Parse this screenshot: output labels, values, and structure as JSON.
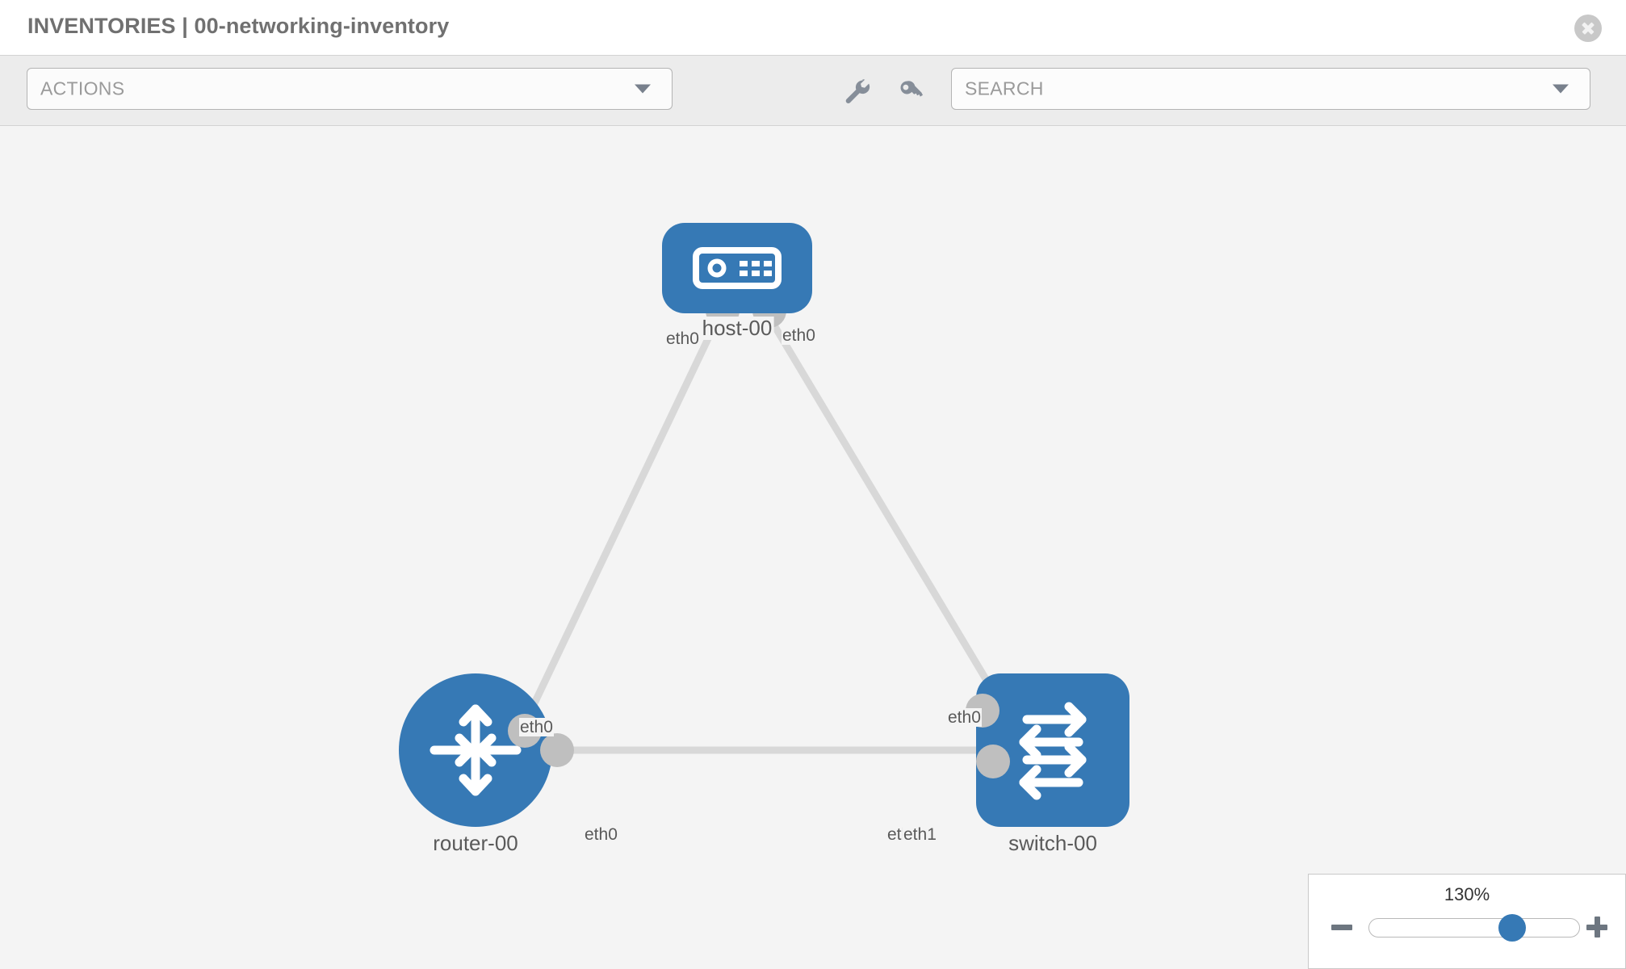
{
  "header": {
    "title": "INVENTORIES | 00-networking-inventory",
    "close_icon": "close-circle-icon"
  },
  "toolbar": {
    "actions": {
      "value": "ACTIONS",
      "caret_icon": "chevron-down-icon"
    },
    "search": {
      "placeholder": "SEARCH",
      "value": "SEARCH",
      "caret_icon": "chevron-down-icon"
    },
    "icons": [
      {
        "name": "wrench-icon",
        "label": "wrench"
      },
      {
        "name": "key-icon",
        "label": "key"
      }
    ]
  },
  "topology": {
    "nodes": [
      {
        "id": "host-00",
        "label": "host-00",
        "type": "host",
        "icon": "server-icon",
        "color": "#3679b5"
      },
      {
        "id": "router-00",
        "label": "router-00",
        "type": "router",
        "icon": "router-arrows-icon",
        "color": "#3679b5"
      },
      {
        "id": "switch-00",
        "label": "switch-00",
        "type": "switch",
        "icon": "switch-arrows-icon",
        "color": "#3679b5"
      }
    ],
    "links": [
      {
        "from": "host-00",
        "to": "router-00",
        "from_iface": "eth0",
        "to_iface": "eth0"
      },
      {
        "from": "host-00",
        "to": "switch-00",
        "from_iface": "eth0",
        "to_iface": "eth0"
      },
      {
        "from": "router-00",
        "to": "switch-00",
        "from_iface": "eth0",
        "to_iface": "eth1"
      }
    ],
    "iface_labels": {
      "host_left": "eth0",
      "host_right": "eth0",
      "router_up": "eth0",
      "switch_up": "eth0",
      "router_right": "eth0",
      "switch_left_hidden": "eth0",
      "switch_left": "eth1"
    },
    "link_color": "#d8d8d8",
    "connector_color": "#bfbfbf"
  },
  "zoom_control": {
    "percent": "130%",
    "minus_icon": "minus-icon",
    "plus_icon": "plus-icon",
    "thumb_position_pct": 68
  }
}
